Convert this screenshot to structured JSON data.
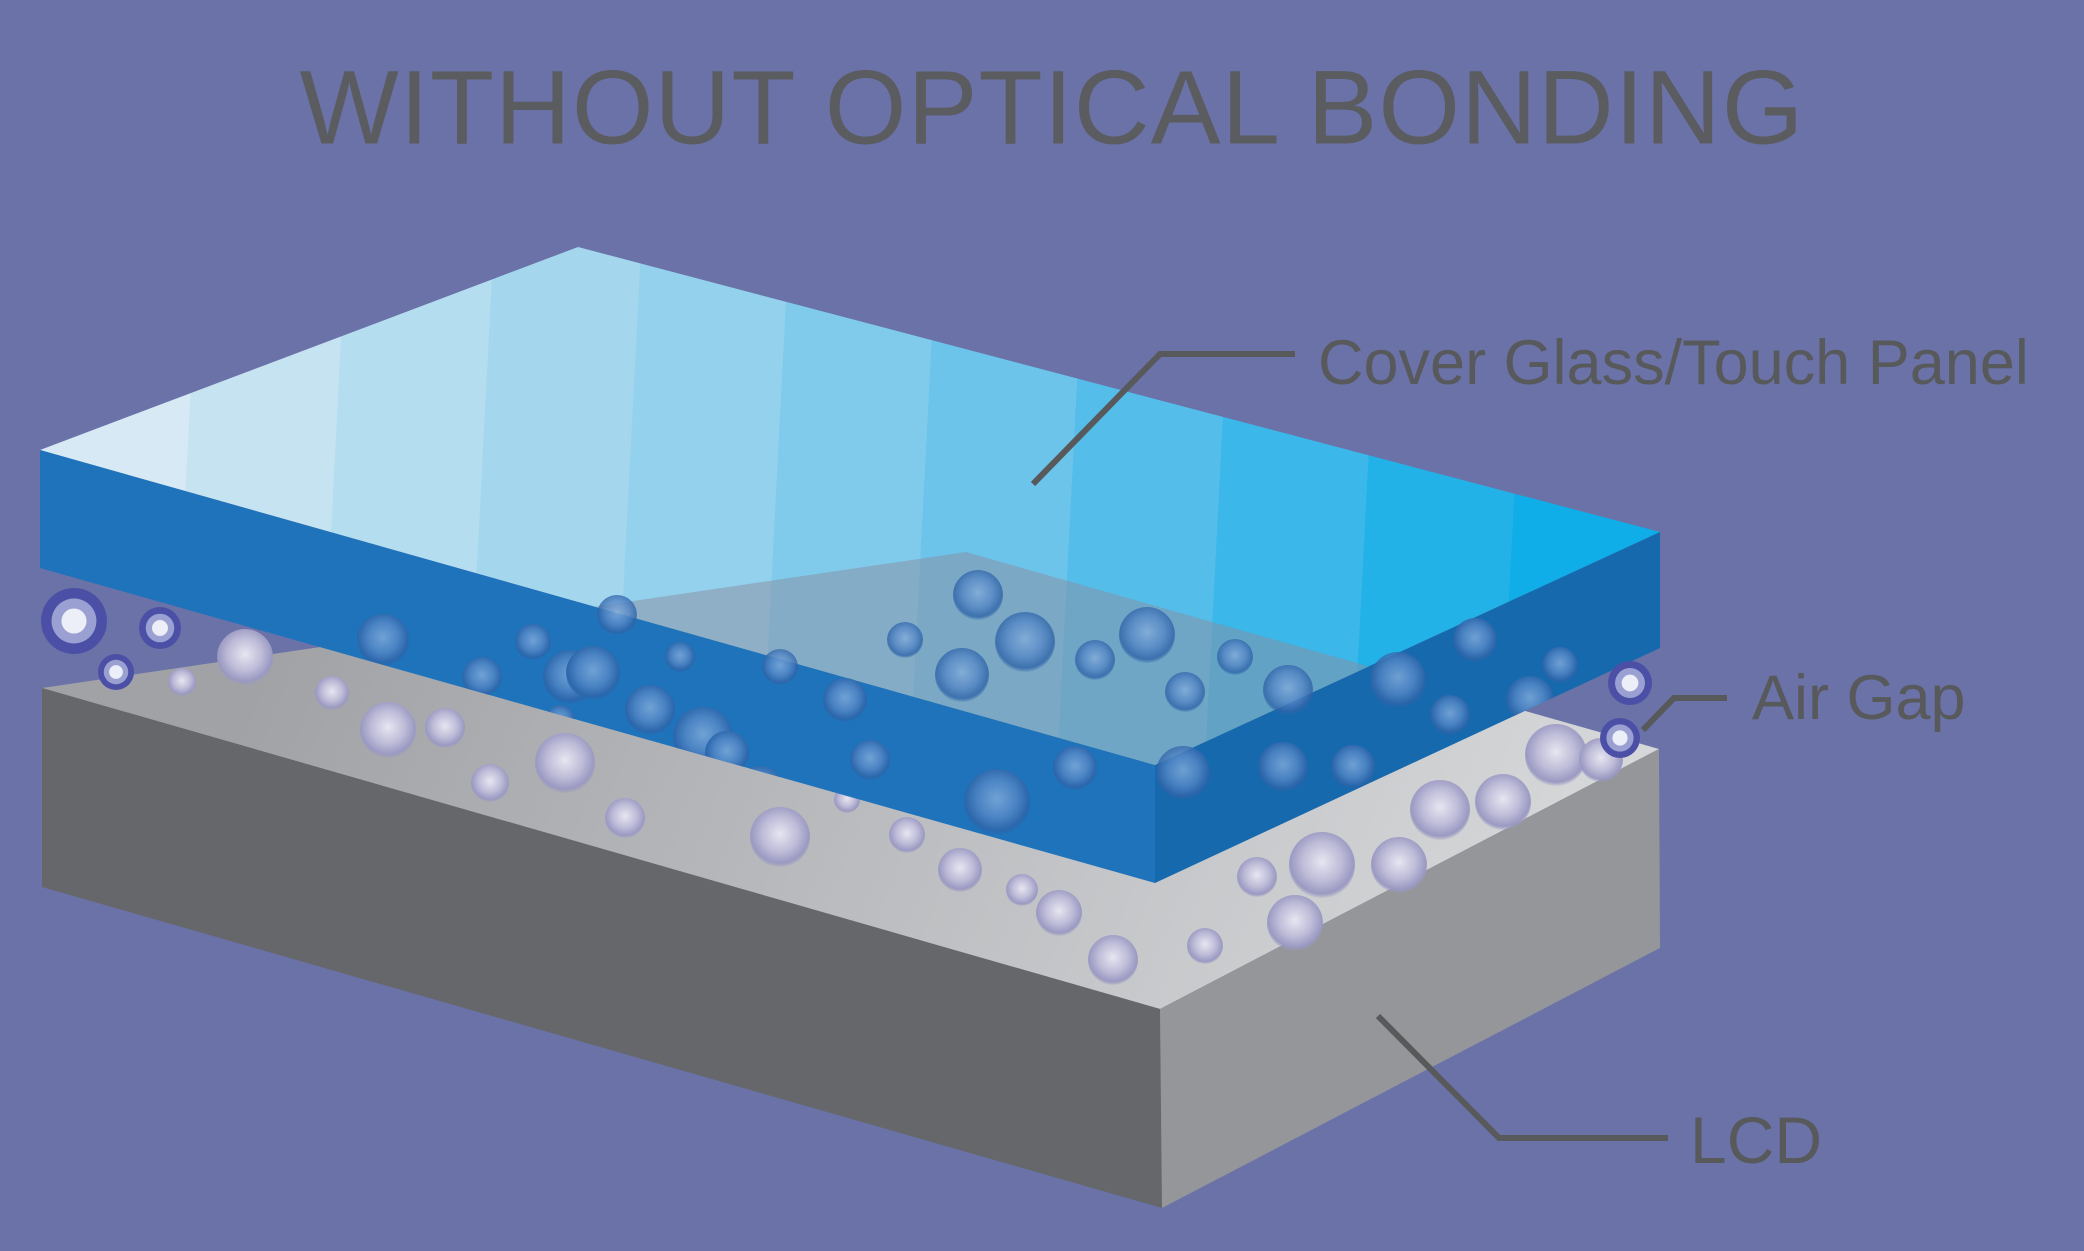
{
  "title": "WITHOUT OPTICAL BONDING",
  "labels": {
    "cover_glass": "Cover Glass/Touch Panel",
    "air_gap": "Air Gap",
    "lcd": "LCD"
  },
  "diagram": {
    "type": "exploded-layer-stack",
    "layers": [
      {
        "label": "Cover Glass/Touch Panel",
        "role": "top translucent glass slab"
      },
      {
        "label": "Air Gap",
        "role": "bubble-filled gap between slabs"
      },
      {
        "label": "LCD",
        "role": "bottom gray display slab"
      }
    ]
  },
  "colors": {
    "background": "#6A72A8",
    "title_text": "#5B5C60",
    "label_text": "#58595B",
    "leader_line": "#58595B",
    "glass_left_face": "#1F73BB",
    "glass_right_face": "#1769AE",
    "lcd_left_face": "#65676A",
    "lcd_right_face": "#949699",
    "air_gap_tint": "rgba(138,142,160,0.5)",
    "glass_top_bands": [
      "#D6E9F4",
      "#C6E3F2",
      "#B5DDF0",
      "#A4D7EE",
      "#93D1ED",
      "#80CBEC",
      "#6CC4EB",
      "#55BDEA",
      "#3BB7E9",
      "#22B2E8",
      "#0FAEE8"
    ],
    "lcd_top_back": "#A0A2A6",
    "lcd_top_front": "#D6D7D9",
    "bubble_lavender": [
      "#E7E6F1",
      "#BDBBD7",
      "#9A99C2"
    ],
    "bubble_glass": [
      "#85AEDC",
      "#5587C6",
      "#2F64A8"
    ],
    "bubble_ringed": [
      "#4B50A6",
      "#9BA0D2",
      "#ECEEF8"
    ]
  },
  "bubbles": {
    "air_gap_strip": [
      [
        245,
        657,
        28
      ],
      [
        182,
        682,
        14
      ],
      [
        332,
        693,
        17
      ],
      [
        388,
        730,
        28
      ],
      [
        445,
        728,
        20
      ],
      [
        490,
        783,
        19
      ],
      [
        565,
        763,
        30
      ],
      [
        625,
        818,
        20
      ],
      [
        780,
        837,
        30
      ],
      [
        847,
        800,
        13
      ],
      [
        907,
        835,
        18
      ],
      [
        960,
        870,
        22
      ],
      [
        1022,
        890,
        16
      ],
      [
        1059,
        913,
        23
      ],
      [
        1113,
        960,
        25
      ],
      [
        1205,
        946,
        18
      ],
      [
        1257,
        877,
        20
      ],
      [
        1295,
        923,
        28
      ],
      [
        1322,
        865,
        33
      ],
      [
        1399,
        865,
        28
      ],
      [
        1440,
        810,
        30
      ],
      [
        1503,
        802,
        28
      ],
      [
        1556,
        755,
        31
      ],
      [
        1601,
        760,
        22
      ]
    ],
    "through_glass": [
      [
        383,
        640,
        26
      ],
      [
        482,
        677,
        20
      ],
      [
        533,
        642,
        18
      ],
      [
        560,
        720,
        15
      ],
      [
        570,
        677,
        27
      ],
      [
        593,
        673,
        27
      ],
      [
        617,
        615,
        20
      ],
      [
        640,
        755,
        18
      ],
      [
        650,
        710,
        25
      ],
      [
        680,
        657,
        15
      ],
      [
        703,
        737,
        30
      ],
      [
        727,
        753,
        22
      ],
      [
        760,
        790,
        24
      ],
      [
        780,
        667,
        18
      ],
      [
        845,
        700,
        22
      ],
      [
        870,
        760,
        20
      ],
      [
        905,
        640,
        18
      ],
      [
        962,
        675,
        27
      ],
      [
        978,
        595,
        25
      ],
      [
        997,
        802,
        33
      ],
      [
        1025,
        642,
        30
      ],
      [
        1075,
        768,
        22
      ],
      [
        1095,
        660,
        20
      ],
      [
        1147,
        635,
        28
      ],
      [
        1183,
        773,
        27
      ],
      [
        1185,
        692,
        20
      ],
      [
        1235,
        657,
        18
      ],
      [
        1283,
        767,
        25
      ],
      [
        1288,
        690,
        25
      ],
      [
        1353,
        767,
        22
      ],
      [
        1398,
        680,
        28
      ],
      [
        1420,
        790,
        18
      ],
      [
        1450,
        715,
        20
      ],
      [
        1475,
        640,
        22
      ],
      [
        1530,
        700,
        24
      ],
      [
        1560,
        665,
        18
      ]
    ],
    "ringed": [
      [
        74,
        621,
        33
      ],
      [
        160,
        628,
        21
      ],
      [
        116,
        672,
        18
      ],
      [
        1630,
        683,
        22
      ],
      [
        1620,
        738,
        20
      ]
    ]
  }
}
